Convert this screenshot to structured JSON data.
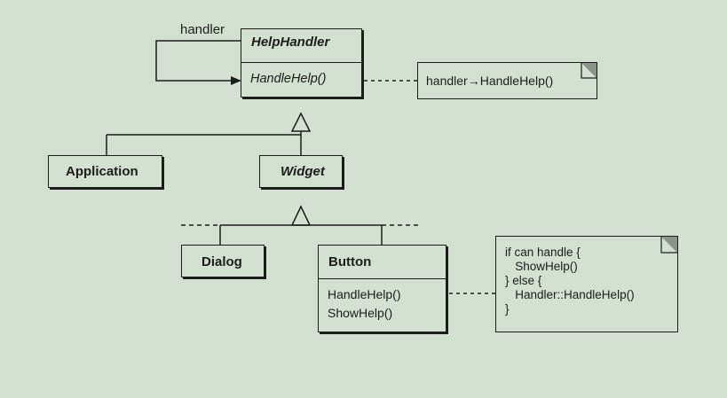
{
  "diagram": {
    "self_association_label": "handler",
    "classes": {
      "help_handler": {
        "name": "HelpHandler",
        "operation": "HandleHelp()"
      },
      "application": {
        "name": "Application"
      },
      "widget": {
        "name": "Widget"
      },
      "dialog": {
        "name": "Dialog"
      },
      "button": {
        "name": "Button",
        "operations": [
          "HandleHelp()",
          "ShowHelp()"
        ]
      }
    },
    "notes": {
      "help_handler_note": "handler→HandleHelp()",
      "button_note": [
        "if can handle {",
        "   ShowHelp()",
        "} else {",
        "   Handler::HandleHelp()",
        "}"
      ]
    }
  }
}
